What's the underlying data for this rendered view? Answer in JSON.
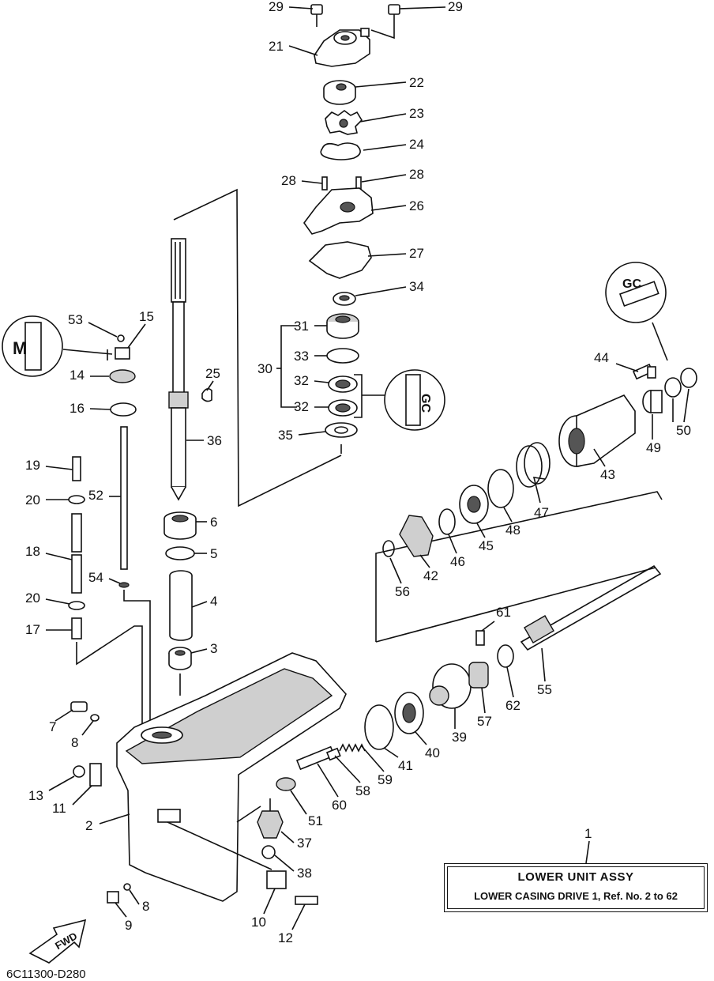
{
  "diagram": {
    "code": "6C11300-D280",
    "assembly": {
      "ref_number": "1",
      "title": "LOWER UNIT ASSY",
      "subtitle": "LOWER CASING DRIVE 1,  Ref. No. 2 to 62"
    },
    "fwd_label": "FWD",
    "callouts": [
      "29",
      "29",
      "21",
      "22",
      "23",
      "24",
      "28",
      "28",
      "26",
      "27",
      "34",
      "31",
      "33",
      "30",
      "32",
      "32",
      "35",
      "53",
      "15",
      "14",
      "16",
      "25",
      "36",
      "19",
      "20",
      "52",
      "18",
      "20",
      "54",
      "17",
      "6",
      "5",
      "4",
      "3",
      "7",
      "8",
      "13",
      "11",
      "2",
      "8",
      "9",
      "10",
      "12",
      "51",
      "37",
      "38",
      "60",
      "58",
      "59",
      "41",
      "40",
      "39",
      "57",
      "62",
      "55",
      "61",
      "56",
      "42",
      "46",
      "45",
      "48",
      "47",
      "43",
      "49",
      "50",
      "44"
    ],
    "lube_symbols": [
      "M",
      "GC",
      "GC"
    ]
  }
}
